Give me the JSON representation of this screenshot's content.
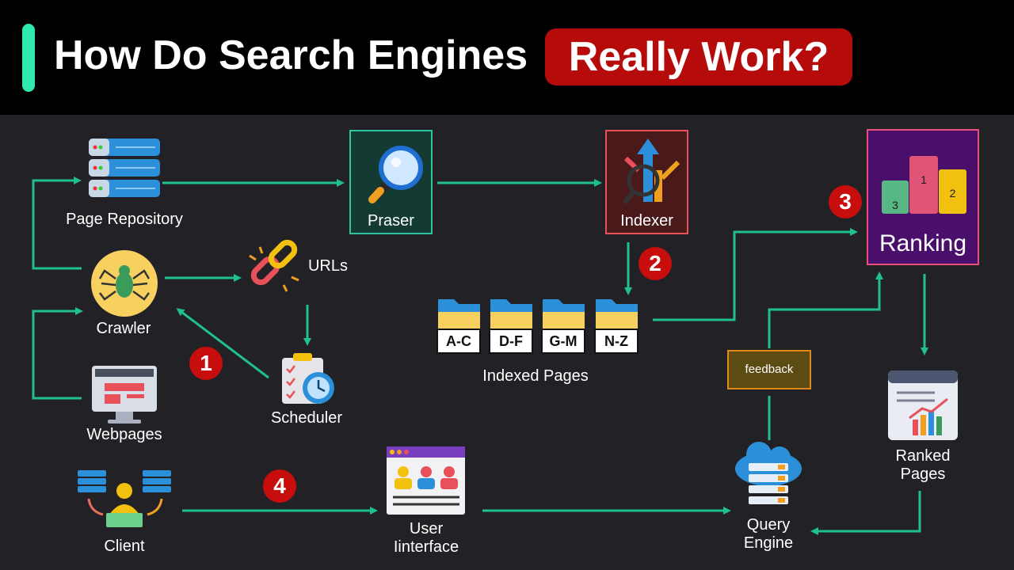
{
  "header": {
    "title": "How Do Search Engines",
    "highlight": "Really Work?"
  },
  "nodes": {
    "page_repository": "Page Repository",
    "praser": "Praser",
    "indexer": "Indexer",
    "ranking": "Ranking",
    "crawler": "Crawler",
    "urls": "URLs",
    "scheduler": "Scheduler",
    "webpages": "Webpages",
    "indexed_pages": "Indexed Pages",
    "feedback": "feedback",
    "ranked_pages_1": "Ranked",
    "ranked_pages_2": "Pages",
    "client": "Client",
    "user_interface_1": "User",
    "user_interface_2": "Iinterface",
    "query_engine_1": "Query",
    "query_engine_2": "Engine"
  },
  "folders": [
    "A-C",
    "D-F",
    "G-M",
    "N-Z"
  ],
  "podium": [
    "3",
    "1",
    "2"
  ],
  "badges": [
    "1",
    "2",
    "3",
    "4"
  ],
  "colors": {
    "accent": "#2ee8b0",
    "arrow": "#1fbf8f",
    "highlight": "#b50b0b",
    "badge": "#c80d0d",
    "praser_border": "#2fc4a0",
    "indexer_border": "#e8505a",
    "ranking_border": "#e8507a",
    "feedback_border": "#e08a1a"
  },
  "icons": [
    "server-stack-icon",
    "magnifier-icon",
    "indexer-chart-icon",
    "podium-icon",
    "spider-icon",
    "broken-link-icon",
    "clipboard-clock-icon",
    "monitor-webpage-icon",
    "folder-icon",
    "report-chart-icon",
    "client-user-icon",
    "browser-users-icon",
    "cloud-server-icon"
  ]
}
